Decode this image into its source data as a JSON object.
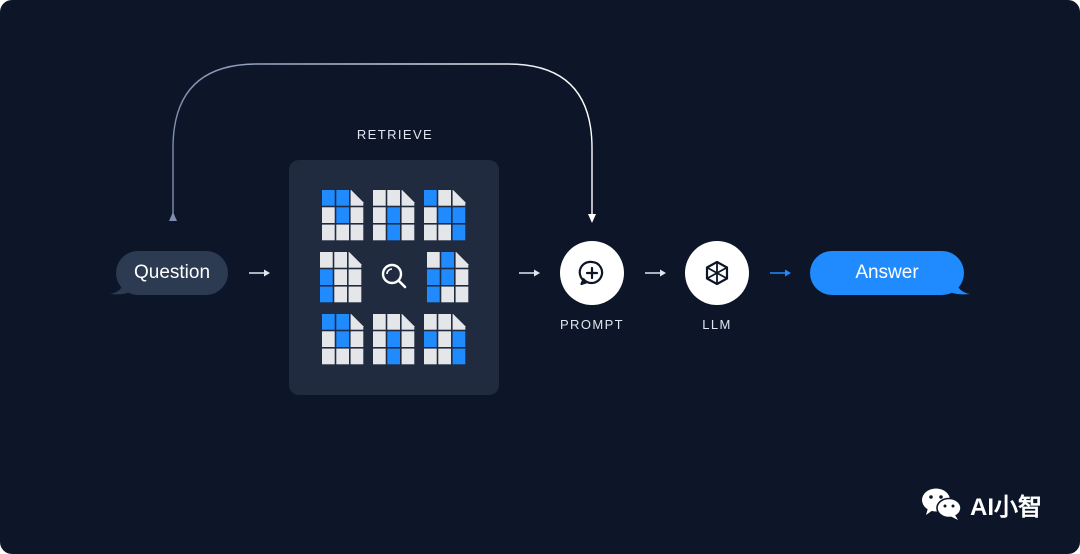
{
  "diagram": {
    "question_label": "Question",
    "retrieve_label": "RETRIEVE",
    "prompt_label": "PROMPT",
    "llm_label": "LLM",
    "answer_label": "Answer"
  },
  "watermark": {
    "text": "AI小智",
    "icon": "wechat-icon"
  },
  "colors": {
    "background": "#0d1628",
    "panel": "#202b40",
    "question_bubble": "#2c3a52",
    "answer_bubble": "#1f8bff",
    "cell_blue": "#1f8bff",
    "cell_gray": "#e4e6ea"
  },
  "documents": [
    {
      "name": "doc-top-left",
      "blue": [
        0,
        1,
        4
      ]
    },
    {
      "name": "doc-top-middle",
      "blue": [
        4,
        7
      ]
    },
    {
      "name": "doc-top-right",
      "blue": [
        0,
        4,
        5,
        8
      ]
    },
    {
      "name": "doc-middle-left",
      "blue": [
        3,
        6
      ]
    },
    {
      "name": "doc-middle-right",
      "blue": [
        1,
        3,
        4,
        6
      ]
    },
    {
      "name": "doc-bottom-left",
      "blue": [
        0,
        1,
        4
      ]
    },
    {
      "name": "doc-bottom-middle",
      "blue": [
        4,
        7
      ]
    },
    {
      "name": "doc-bottom-right",
      "blue": [
        3,
        5,
        8
      ]
    }
  ]
}
